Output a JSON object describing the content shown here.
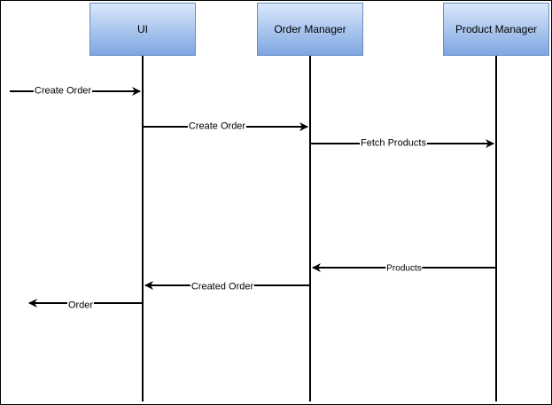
{
  "participants": [
    {
      "name": "UI"
    },
    {
      "name": "Order Manager"
    },
    {
      "name": "Product Manager"
    }
  ],
  "messages": [
    {
      "label": "Create Order",
      "from": "external",
      "to": "UI"
    },
    {
      "label": "Create Order",
      "from": "UI",
      "to": "Order Manager"
    },
    {
      "label": "Fetch Products",
      "from": "Order Manager",
      "to": "Product Manager"
    },
    {
      "label": "Products",
      "from": "Product Manager",
      "to": "Order Manager"
    },
    {
      "label": "Created Order",
      "from": "Order Manager",
      "to": "UI"
    },
    {
      "label": "Order",
      "from": "UI",
      "to": "external"
    }
  ],
  "colors": {
    "lifeline_fill_top": "#dae8fc",
    "lifeline_fill_bottom": "#7ea6e0",
    "lifeline_border": "#6c8ebf",
    "line": "#000000"
  }
}
